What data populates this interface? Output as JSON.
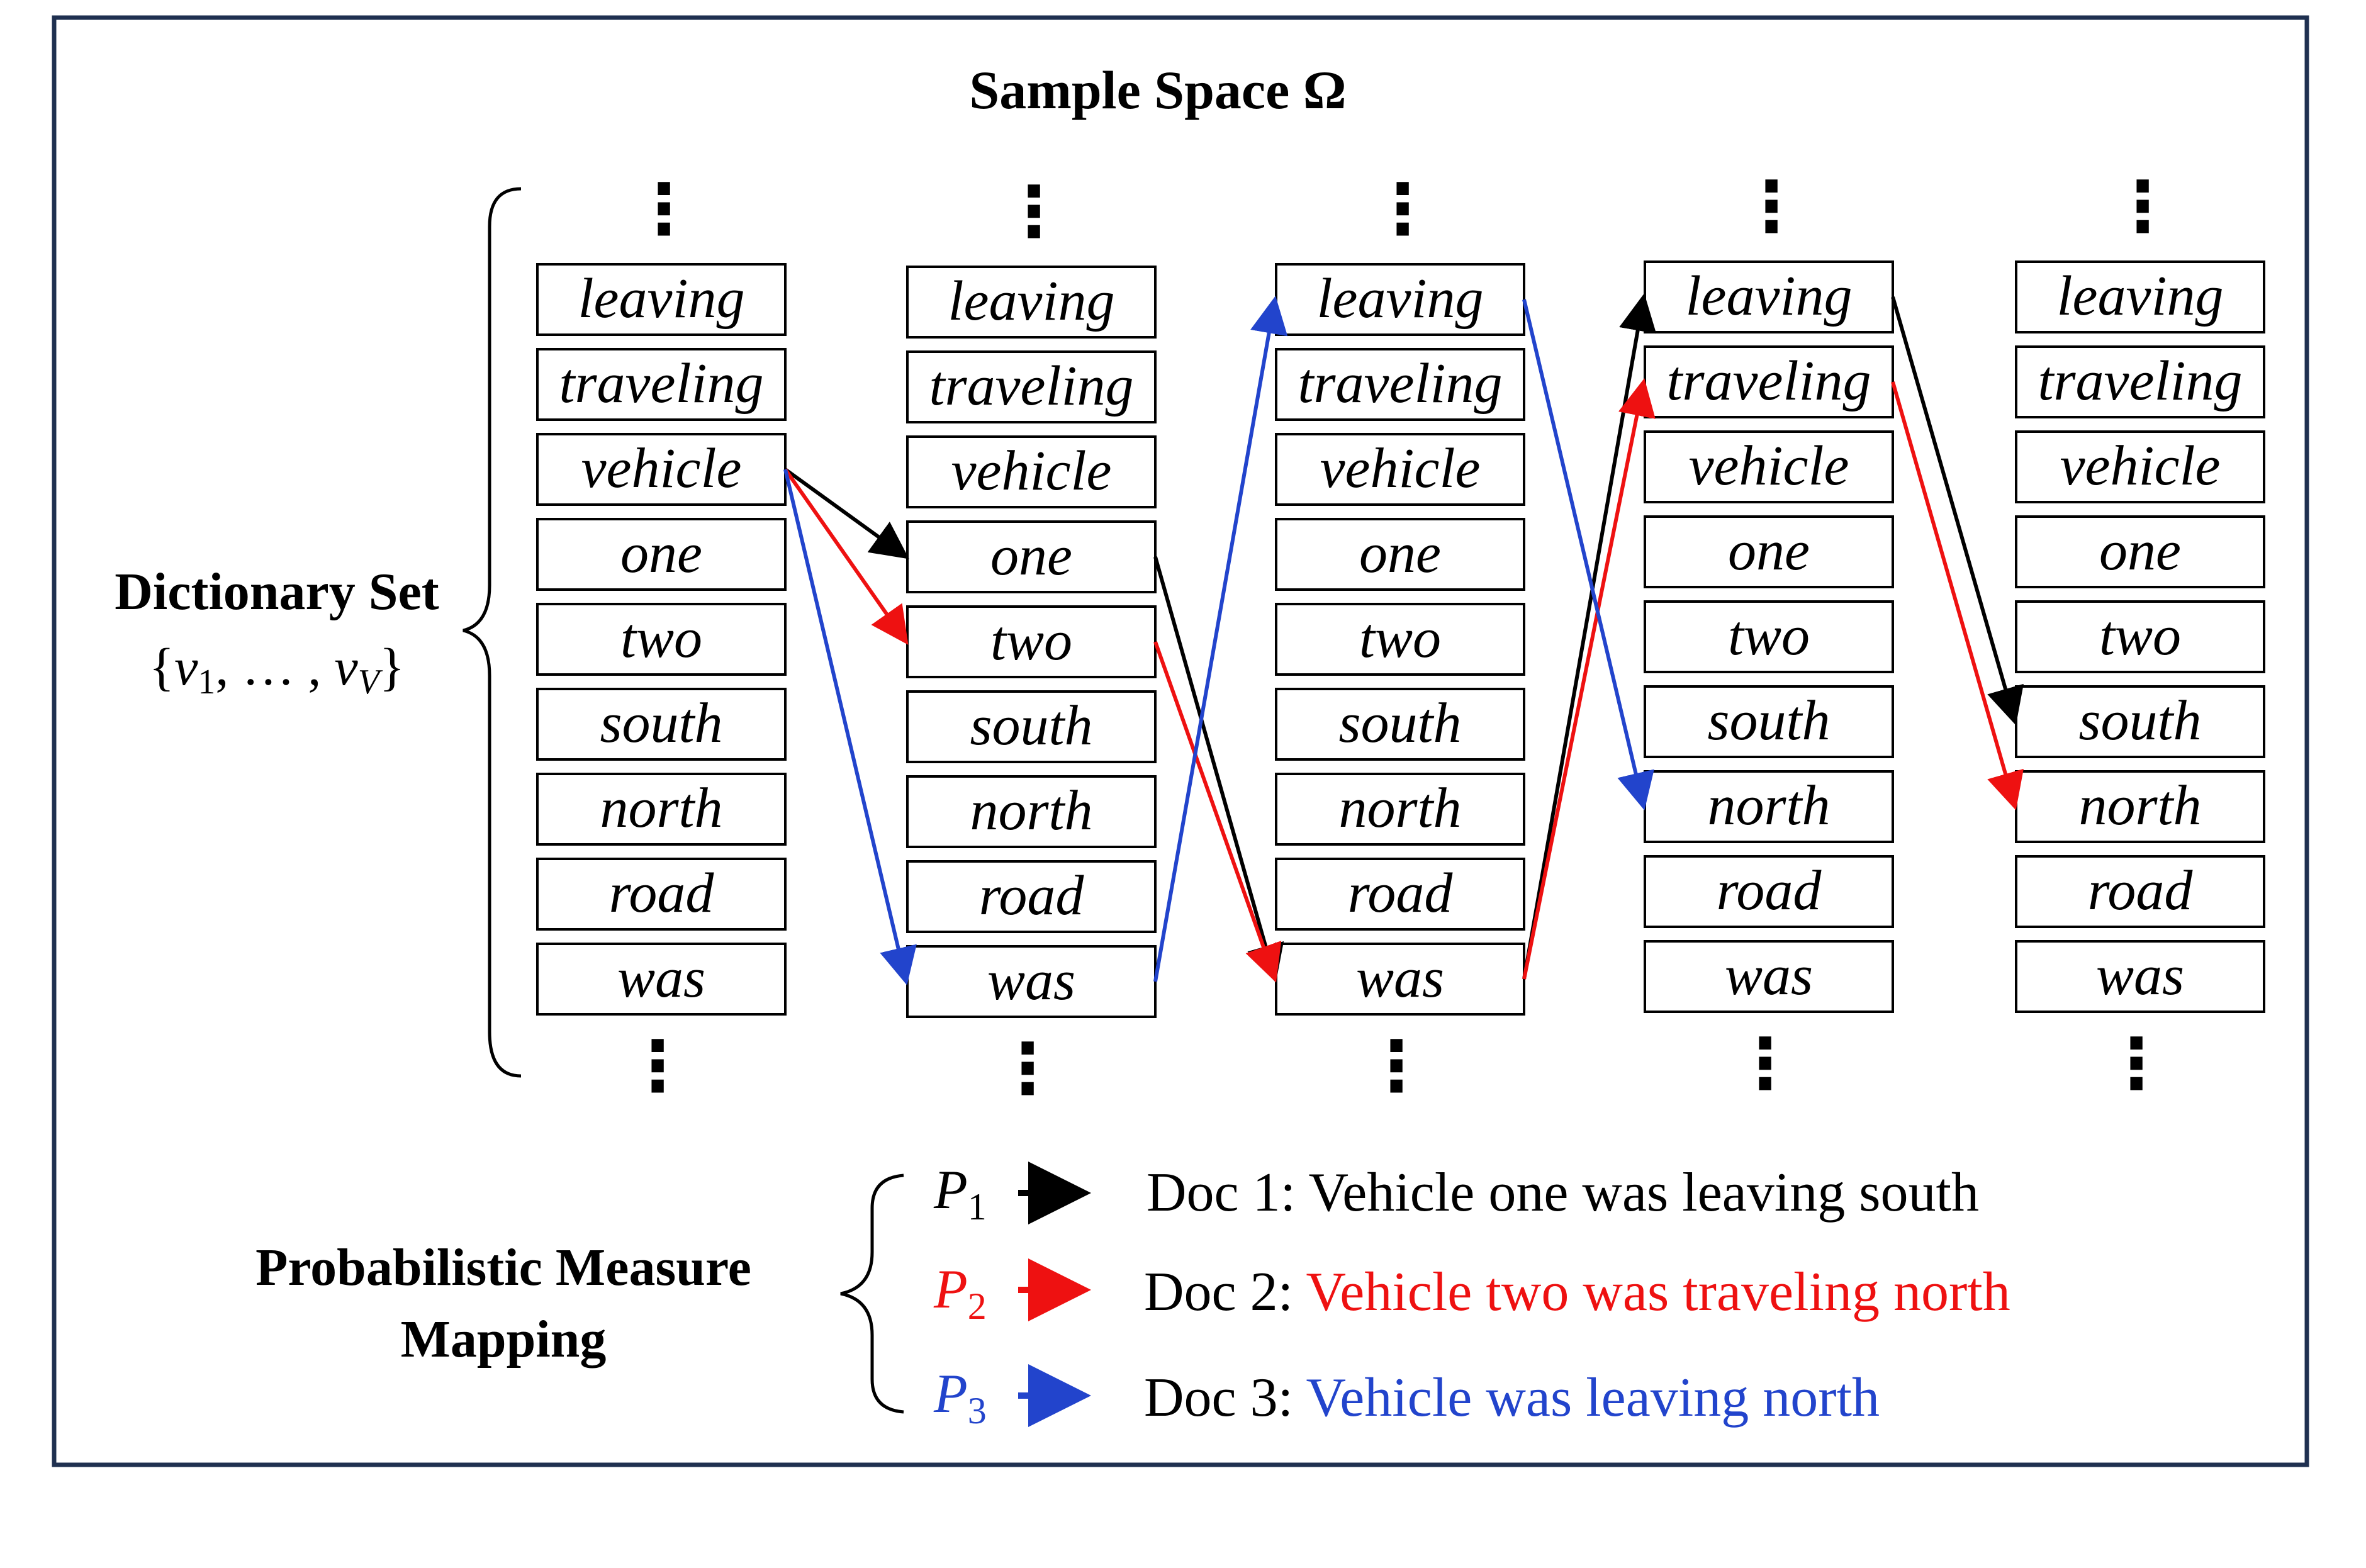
{
  "title": "Sample Space Ω",
  "dictionary": {
    "label": "Dictionary Set",
    "set_open": "{",
    "set_v": "v",
    "set_sub1": "1",
    "set_mid": ", … , ",
    "set_subV": "V",
    "set_close": "}"
  },
  "vocabulary": [
    "leaving",
    "traveling",
    "vehicle",
    "one",
    "two",
    "south",
    "north",
    "road",
    "was"
  ],
  "column_count": 5,
  "ellipsis": "⋮",
  "mapping": {
    "label_line1": "Probabilistic Measure",
    "label_line2": "Mapping"
  },
  "documents": [
    {
      "measure": "P",
      "subscript": "1",
      "prefix": "Doc 1: ",
      "text": "Vehicle one was leaving south",
      "color": "#000000",
      "text_color": "#000000",
      "path": [
        "vehicle",
        "one",
        "was",
        "leaving",
        "south"
      ]
    },
    {
      "measure": "P",
      "subscript": "2",
      "prefix": "Doc 2: ",
      "text": "Vehicle two was traveling north",
      "color": "#ee1111",
      "text_color": "#ee1111",
      "path": [
        "vehicle",
        "two",
        "was",
        "traveling",
        "north"
      ]
    },
    {
      "measure": "P",
      "subscript": "3",
      "prefix": "Doc 3: ",
      "text": "Vehicle was leaving north",
      "color": "#2244cc",
      "text_color": "#2244cc",
      "path": [
        "vehicle",
        "was",
        "leaving",
        "north"
      ]
    }
  ],
  "colors": {
    "frame": "#1f3050",
    "box_stroke": "#000000"
  }
}
